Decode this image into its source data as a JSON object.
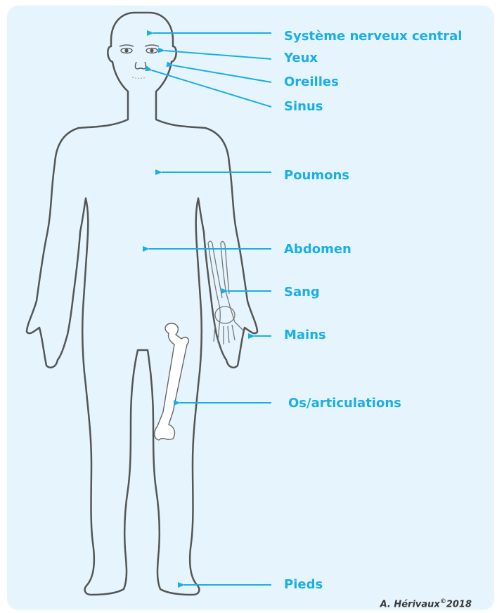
{
  "labels": [
    {
      "id": "cns",
      "text": "Système nerveux central"
    },
    {
      "id": "eyes",
      "text": "Yeux"
    },
    {
      "id": "ears",
      "text": "Oreilles"
    },
    {
      "id": "sinus",
      "text": "Sinus"
    },
    {
      "id": "lungs",
      "text": "Poumons"
    },
    {
      "id": "abdomen",
      "text": "Abdomen"
    },
    {
      "id": "blood",
      "text": "Sang"
    },
    {
      "id": "hands",
      "text": "Mains"
    },
    {
      "id": "bones",
      "text": "Os/articulations"
    },
    {
      "id": "feet",
      "text": "Pieds"
    }
  ],
  "credit": {
    "author": "A. Hérivaux",
    "copyright": "©",
    "year": "2018"
  },
  "colors": {
    "background": "#e6f5fd",
    "accent": "#1aaee6",
    "outline": "#555555"
  }
}
